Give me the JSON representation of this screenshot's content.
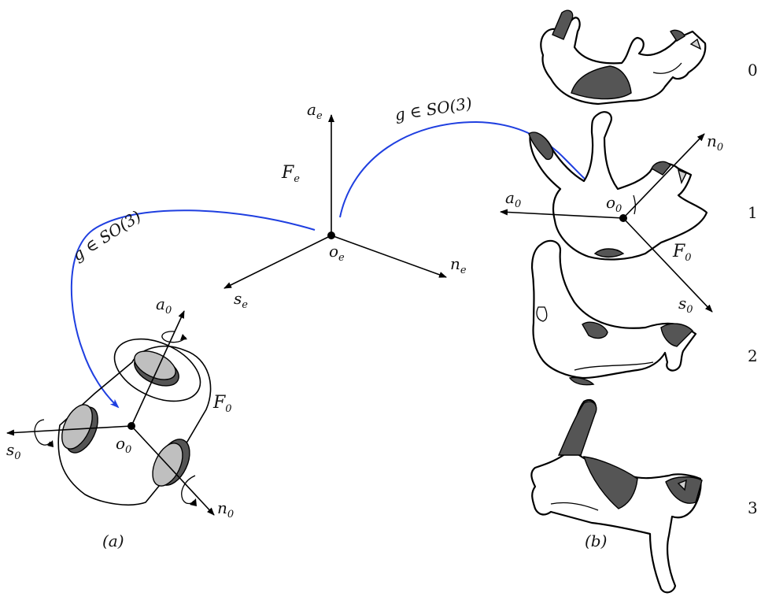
{
  "colors": {
    "arc": "#1f3fe0",
    "ink": "#000000",
    "patch": "#555555",
    "disk_light": "#bfbfbf",
    "disk_dark": "#555555"
  },
  "end_frame": {
    "a": "a",
    "a_sub": "e",
    "n": "n",
    "n_sub": "e",
    "s": "s",
    "s_sub": "e",
    "origin": "o",
    "origin_sub": "e",
    "frame": "F",
    "frame_sub": "e"
  },
  "body_frame": {
    "a": "a",
    "a_sub": "0",
    "n": "n",
    "n_sub": "0",
    "s": "s",
    "s_sub": "0",
    "origin": "o",
    "origin_sub": "0",
    "frame": "F",
    "frame_sub": "0"
  },
  "cat_frame": {
    "a": "a",
    "a_sub": "0",
    "n": "n",
    "n_sub": "0",
    "s": "s",
    "s_sub": "0",
    "origin": "o",
    "origin_sub": "0",
    "frame": "F",
    "frame_sub": "0"
  },
  "arcs": {
    "left_label": "g ∈ SO(3)",
    "right_label": "g ∈ SO(3)"
  },
  "captions": {
    "left": "(a)",
    "right": "(b)"
  },
  "cat_steps": [
    "0",
    "1",
    "2",
    "3"
  ],
  "icons": [
    "rotation-arrow-icon",
    "rotation-arrow-icon",
    "rotation-arrow-icon"
  ]
}
